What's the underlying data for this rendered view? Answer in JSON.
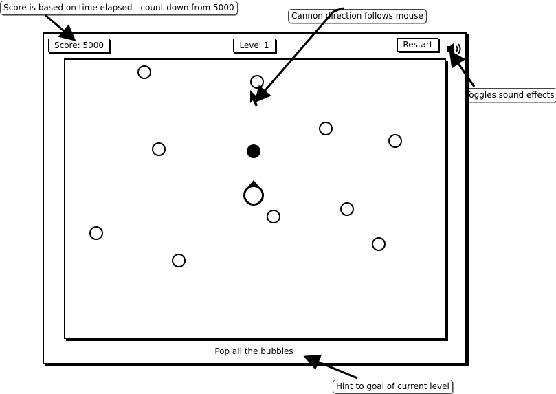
{
  "annotations": {
    "score_note": "Score is based on time elapsed - count down from 5000",
    "cannon_note": "Cannon direction follows mouse",
    "sound_note": "Toggles sound effects",
    "hint_note": "Hint to goal of current level"
  },
  "hud": {
    "score_label": "Score: 5000",
    "level_label": "Level 1",
    "restart_label": "Restart",
    "sound_icon": "speaker-icon"
  },
  "game": {
    "hint": "Pop all the bubbles",
    "bubble_count": 11
  }
}
